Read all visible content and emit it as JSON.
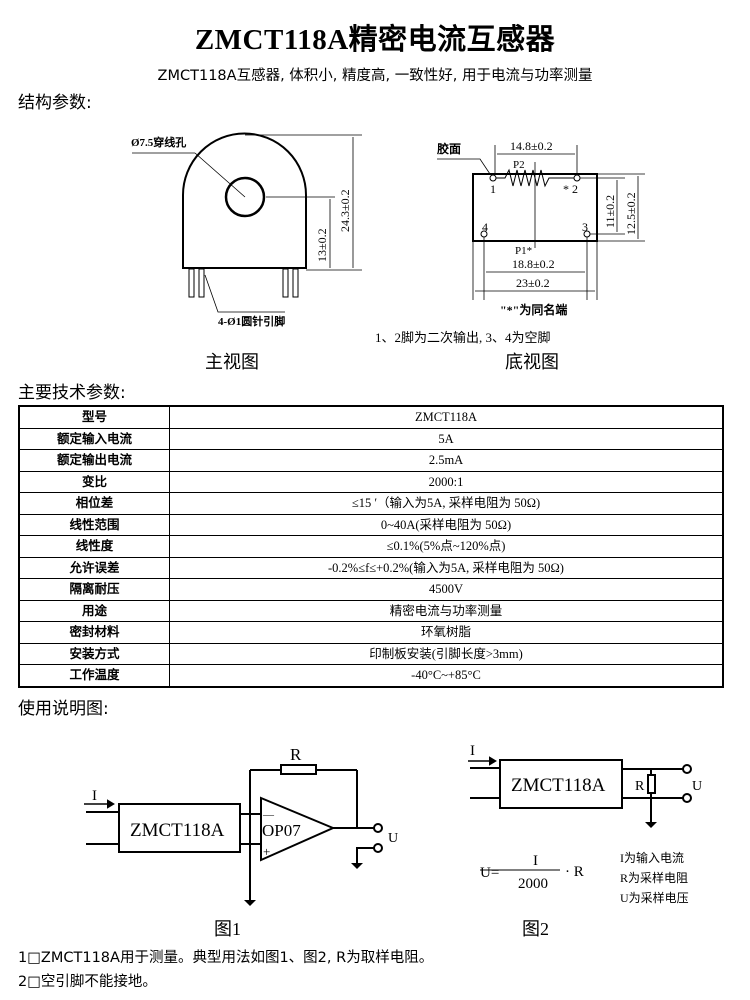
{
  "title": "ZMCT118A精密电流互感器",
  "subtitle": "ZMCT118A互感器, 体积小, 精度高, 一致性好, 用于电流与功率测量",
  "structure": {
    "heading": "结构参数:",
    "front_view": {
      "hole_label": "Ø7.5穿线孔",
      "pin_label": "4-Ø1圆针引脚",
      "dim_height": "24.3±0.2",
      "dim_center": "13±0.2",
      "caption": "主视图"
    },
    "bottom_view": {
      "face_label": "胶面",
      "dim_top": "14.8±0.2",
      "dim_pin_span": "18.8±0.2",
      "dim_width": "23±0.2",
      "dim_inner_height": "11±0.2",
      "dim_height": "12.5±0.2",
      "p2": "P2",
      "p1": "P1*",
      "pin1": "1",
      "pin2": "* 2",
      "pin3": "3",
      "pin4": "4",
      "star_note": "\"*\"为同名端",
      "pin_note": "1、2脚为二次输出, 3、4为空脚",
      "caption": "底视图"
    }
  },
  "specs": {
    "heading": "主要技术参数:",
    "rows": [
      {
        "label": "型号",
        "value": "ZMCT118A"
      },
      {
        "label": "额定输入电流",
        "value": "5A"
      },
      {
        "label": "额定输出电流",
        "value": "2.5mA"
      },
      {
        "label": "变比",
        "value": "2000:1"
      },
      {
        "label": "相位差",
        "value": "≤15 ′（输入为5A, 采样电阻为 50Ω)"
      },
      {
        "label": "线性范围",
        "value": "0~40A(采样电阻为 50Ω)"
      },
      {
        "label": "线性度",
        "value": "≤0.1%(5%点~120%点)"
      },
      {
        "label": "允许误差",
        "value": "-0.2%≤f≤+0.2%(输入为5A, 采样电阻为 50Ω)"
      },
      {
        "label": "隔离耐压",
        "value": "4500V"
      },
      {
        "label": "用途",
        "value": "精密电流与功率测量"
      },
      {
        "label": "密封材料",
        "value": "环氧树脂"
      },
      {
        "label": "安装方式",
        "value": "印制板安装(引脚长度>3mm)"
      },
      {
        "label": "工作温度",
        "value": "-40°C~+85°C"
      }
    ]
  },
  "usage": {
    "heading": "使用说明图:",
    "fig1": {
      "input": "I",
      "device": "ZMCT118A",
      "opamp": "OP07",
      "minus": "—",
      "plus": "+",
      "resistor": "R",
      "output": "U",
      "caption": "图1"
    },
    "fig2": {
      "input": "I",
      "device": "ZMCT118A",
      "resistor": "R",
      "output": "U",
      "formula_lhs": "U=",
      "formula_num": "I",
      "formula_den": "2000",
      "formula_rhs": "· R",
      "legend": [
        "I为输入电流",
        "R为采样电阻",
        "U为采样电压"
      ],
      "caption": "图2"
    },
    "notes": [
      "1□ZMCT118A用于测量。典型用法如图1、图2, R为取样电阻。",
      "2□空引脚不能接地。"
    ]
  }
}
